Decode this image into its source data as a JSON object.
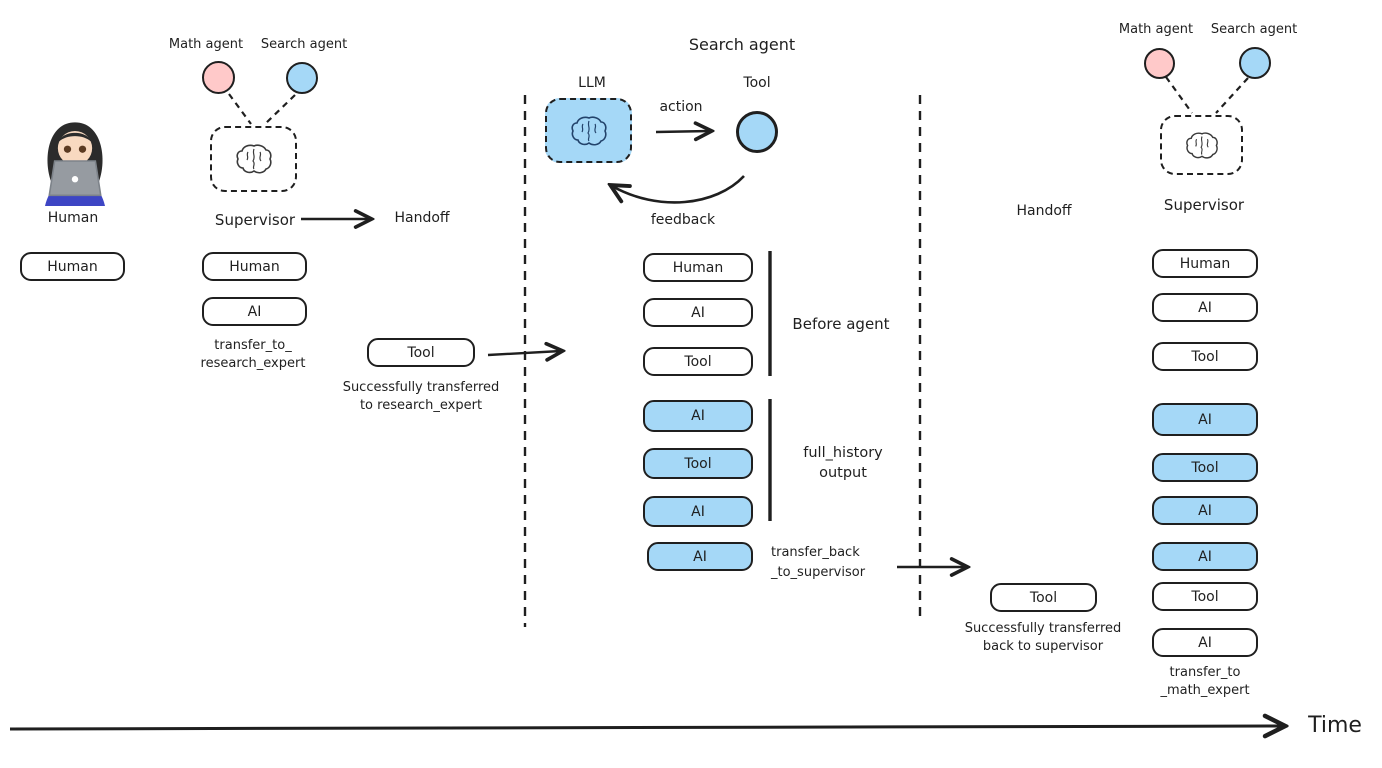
{
  "palette": {
    "ink": "#1f1f1f",
    "blue_fill": "#a5d8f7",
    "pink_fill": "#ffc9c9",
    "circle_blue": "#a5d8f7"
  },
  "human": {
    "label": "Human",
    "message": "Human",
    "icon": "woman-technologist"
  },
  "supervisor1": {
    "math_agent_label": "Math agent",
    "search_agent_label": "Search agent",
    "title": "Supervisor",
    "handoff_label": "Handoff",
    "brain_icon": "brain",
    "stack": [
      {
        "label": "Human"
      },
      {
        "label": "AI"
      }
    ],
    "caption": [
      "transfer_to_",
      "research_expert"
    ],
    "tool_box": "Tool",
    "tool_caption": [
      "Successfully transferred",
      "to research_expert"
    ]
  },
  "agent_detail": {
    "title": "Search agent",
    "llm_label": "LLM",
    "tool_label": "Tool",
    "action_label": "action",
    "feedback_label": "feedback",
    "stack_before": [
      {
        "label": "Human"
      },
      {
        "label": "AI"
      },
      {
        "label": "Tool"
      }
    ],
    "before_caption": "Before agent",
    "stack_output": [
      {
        "label": "AI"
      },
      {
        "label": "Tool"
      },
      {
        "label": "AI"
      }
    ],
    "output_caption": [
      "full_history",
      "output"
    ],
    "final_ai": "AI",
    "final_caption": [
      "transfer_back",
      "_to_supervisor"
    ]
  },
  "handoff2": {
    "label": "Handoff",
    "tool_box": "Tool",
    "tool_caption": [
      "Successfully transferred",
      "back to supervisor"
    ]
  },
  "supervisor2": {
    "math_agent_label": "Math agent",
    "search_agent_label": "Search agent",
    "title": "Supervisor",
    "stack": [
      {
        "label": "Human",
        "variant": "white"
      },
      {
        "label": "AI",
        "variant": "white"
      },
      {
        "label": "Tool",
        "variant": "white"
      },
      {
        "label": "AI",
        "variant": "blue"
      },
      {
        "label": "Tool",
        "variant": "blue"
      },
      {
        "label": "AI",
        "variant": "blue"
      },
      {
        "label": "AI",
        "variant": "blue"
      },
      {
        "label": "Tool",
        "variant": "white"
      },
      {
        "label": "AI",
        "variant": "white"
      }
    ],
    "caption": [
      "transfer_to",
      "_math_expert"
    ]
  },
  "time_axis": {
    "label": "Time"
  }
}
